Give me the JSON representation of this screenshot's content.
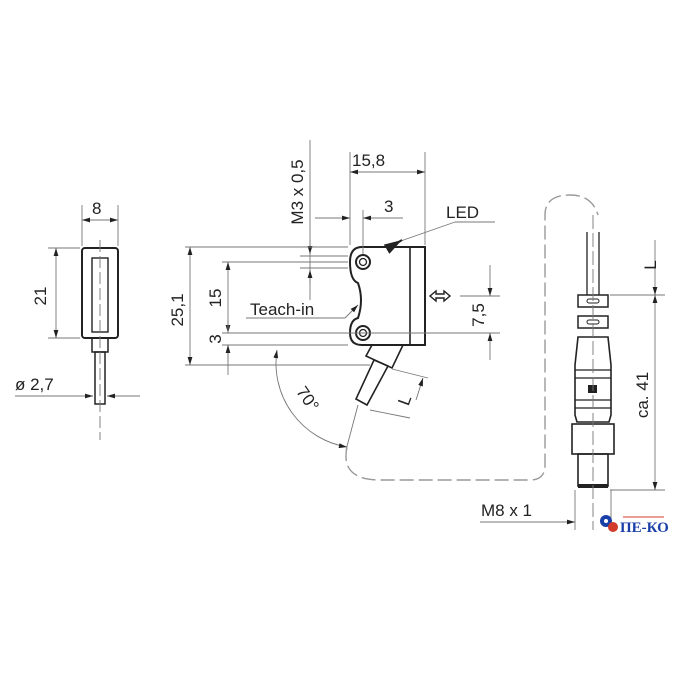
{
  "labels": {
    "front_width": "8",
    "front_height": "21",
    "cable_diameter": "ø 2,7",
    "body_length": "15,8",
    "hole_offset": "3",
    "thread": "M3 x 0,5",
    "led": "LED",
    "total_height": "25,1",
    "hole_spacing": "15",
    "bottom_offset": "3",
    "teach_in": "Teach-in",
    "optical_axis": "7,5",
    "angle": "70°",
    "cable_length_left": "L",
    "cable_length_right": "L",
    "connector_length": "ca. 41",
    "connector_thread": "M8 x 1"
  },
  "logo": {
    "text": "ПЕ-КО",
    "colors": [
      "#1a3fa8",
      "#d23a2a"
    ]
  }
}
